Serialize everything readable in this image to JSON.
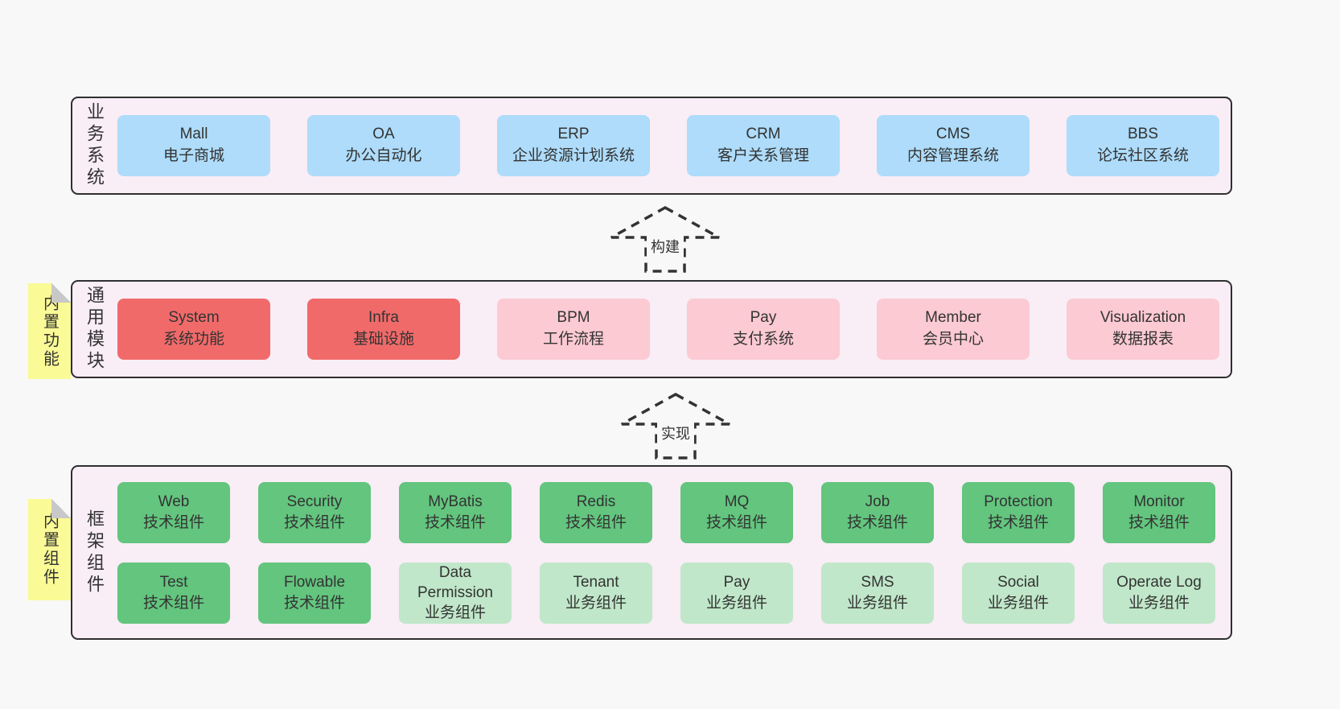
{
  "colors": {
    "page_bg": "#f8f8f8",
    "section_bg": "#f9edf6",
    "section_border": "#2f2f2f",
    "blue_box": "#aedcfa",
    "red_box": "#f16a6a",
    "pink_box": "#fccad3",
    "green_box": "#63c57e",
    "light_green_box": "#c0e7c9",
    "tab_yellow": "#fafa96",
    "fold_gray": "#c8c8c8"
  },
  "sections": {
    "business": {
      "label": "业务系统",
      "boxes": [
        {
          "title": "Mall",
          "subtitle": "电子商城",
          "type": "blue"
        },
        {
          "title": "OA",
          "subtitle": "办公自动化",
          "type": "blue"
        },
        {
          "title": "ERP",
          "subtitle": "企业资源计划系统",
          "type": "blue"
        },
        {
          "title": "CRM",
          "subtitle": "客户关系管理",
          "type": "blue"
        },
        {
          "title": "CMS",
          "subtitle": "内容管理系统",
          "type": "blue"
        },
        {
          "title": "BBS",
          "subtitle": "论坛社区系统",
          "type": "blue"
        }
      ]
    },
    "common": {
      "label": "通用模块",
      "tab": "内置功能",
      "boxes": [
        {
          "title": "System",
          "subtitle": "系统功能",
          "type": "red"
        },
        {
          "title": "Infra",
          "subtitle": "基础设施",
          "type": "red"
        },
        {
          "title": "BPM",
          "subtitle": "工作流程",
          "type": "pink"
        },
        {
          "title": "Pay",
          "subtitle": "支付系统",
          "type": "pink"
        },
        {
          "title": "Member",
          "subtitle": "会员中心",
          "type": "pink"
        },
        {
          "title": "Visualization",
          "subtitle": "数据报表",
          "type": "pink"
        }
      ]
    },
    "framework": {
      "label": "框架组件",
      "tab": "内置组件",
      "rows": [
        [
          {
            "title": "Web",
            "subtitle": "技术组件",
            "type": "green"
          },
          {
            "title": "Security",
            "subtitle": "技术组件",
            "type": "green"
          },
          {
            "title": "MyBatis",
            "subtitle": "技术组件",
            "type": "green"
          },
          {
            "title": "Redis",
            "subtitle": "技术组件",
            "type": "green"
          },
          {
            "title": "MQ",
            "subtitle": "技术组件",
            "type": "green"
          },
          {
            "title": "Job",
            "subtitle": "技术组件",
            "type": "green"
          },
          {
            "title": "Protection",
            "subtitle": "技术组件",
            "type": "green"
          },
          {
            "title": "Monitor",
            "subtitle": "技术组件",
            "type": "green"
          }
        ],
        [
          {
            "title": "Test",
            "subtitle": "技术组件",
            "type": "green"
          },
          {
            "title": "Flowable",
            "subtitle": "技术组件",
            "type": "green"
          },
          {
            "title": "Data Permission",
            "subtitle": "业务组件",
            "type": "lgreen"
          },
          {
            "title": "Tenant",
            "subtitle": "业务组件",
            "type": "lgreen"
          },
          {
            "title": "Pay",
            "subtitle": "业务组件",
            "type": "lgreen"
          },
          {
            "title": "SMS",
            "subtitle": "业务组件",
            "type": "lgreen"
          },
          {
            "title": "Social",
            "subtitle": "业务组件",
            "type": "lgreen"
          },
          {
            "title": "Operate Log",
            "subtitle": "业务组件",
            "type": "lgreen"
          }
        ]
      ]
    }
  },
  "arrows": [
    {
      "label": "构建"
    },
    {
      "label": "实现"
    }
  ]
}
